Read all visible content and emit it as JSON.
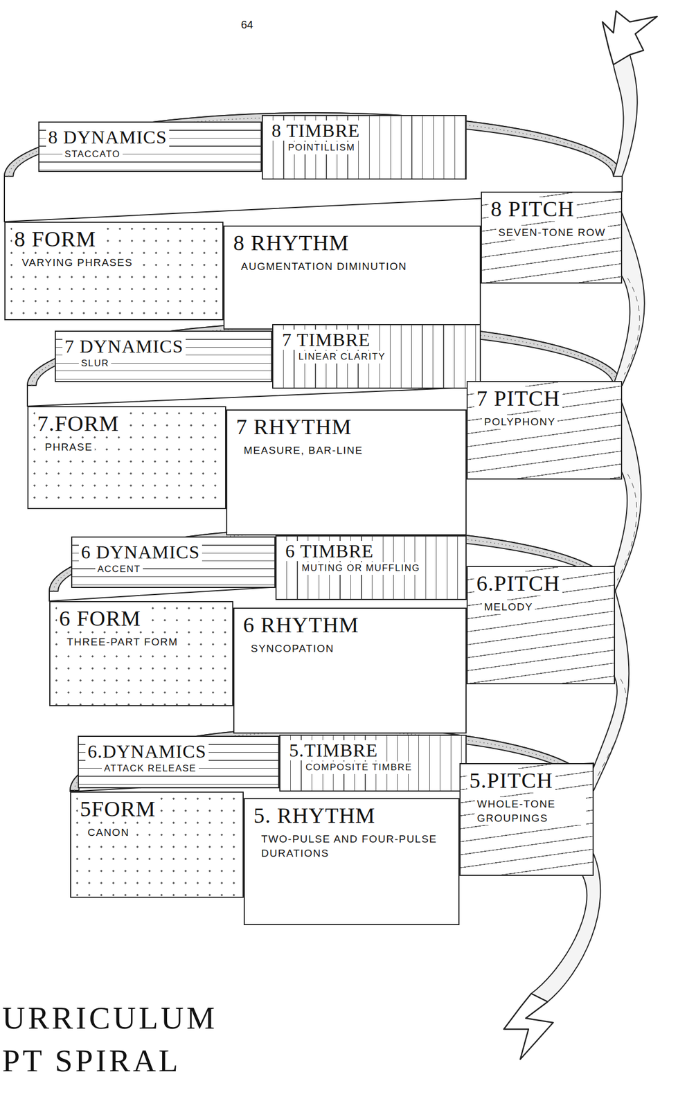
{
  "diagram": {
    "nodes": [
      {
        "text": [
          "8 DYNAMICS",
          "STACCATO"
        ]
      },
      {
        "text": [
          "8 TIMBRE",
          "POINTILLISM"
        ]
      },
      {
        "text": [
          "8 FORM",
          "VARYING PHRASES"
        ]
      },
      {
        "text": [
          "8 RHYTHM",
          "AUGMENTATION DIMINUTION"
        ]
      },
      {
        "text": [
          "8 PITCH",
          "SEVEN-TONE ROW"
        ]
      },
      {
        "text": [
          "7 DYNAMICS",
          "SLUR"
        ]
      },
      {
        "text": [
          "7 TIMBRE",
          "LINEAR CLARITY"
        ]
      },
      {
        "text": [
          "7.FORM",
          "PHRASE"
        ]
      },
      {
        "text": [
          "7 RHYTHM",
          "MEASURE, BAR-LINE"
        ]
      },
      {
        "text": [
          "7 PITCH",
          "POLYPHONY"
        ]
      },
      {
        "text": [
          "6 DYNAMICS",
          "ACCENT"
        ]
      },
      {
        "text": [
          "6 TIMBRE",
          "MUTING OR MUFFLING"
        ]
      },
      {
        "text": [
          "6 FORM",
          "THREE-PART FORM"
        ]
      },
      {
        "text": [
          "6 RHYTHM",
          "SYNCOPATION"
        ]
      },
      {
        "text": [
          "6.PITCH",
          "MELODY"
        ]
      },
      {
        "text": [
          "6.DYNAMICS",
          "ATTACK RELEASE"
        ]
      },
      {
        "text": [
          "5.TIMBRE",
          "COMPOSITE TIMBRE"
        ]
      },
      {
        "text": [
          "5FORM",
          "CANON"
        ]
      },
      {
        "text": [
          "5. RHYTHM",
          "TWO-PULSE AND FOUR-PULSE DURATIONS"
        ]
      },
      {
        "text": [
          "5.PITCH",
          "WHOLE-TONE GROUPINGS"
        ]
      }
    ],
    "labels": [
      "64",
      "URRICULUM",
      "PT SPIRAL"
    ]
  }
}
